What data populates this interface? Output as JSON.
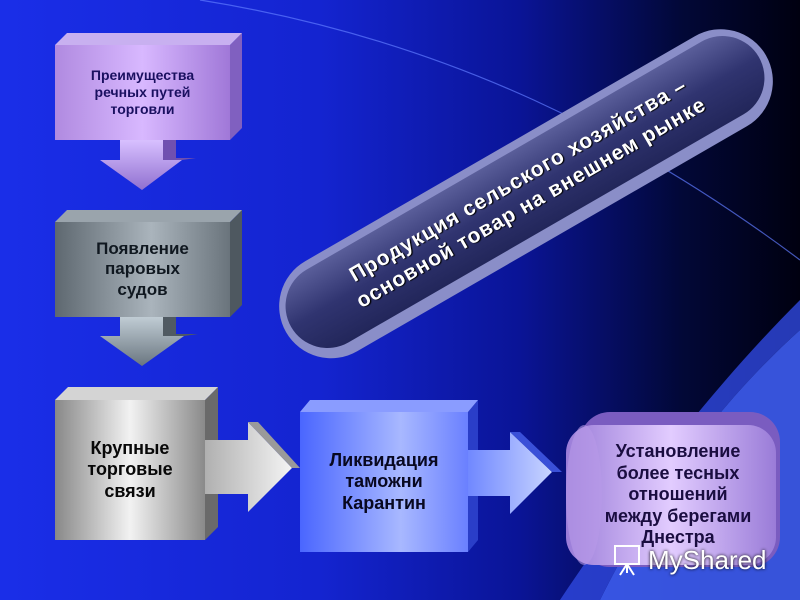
{
  "diagram": {
    "box1": {
      "lines": [
        "Преимущества",
        "речных путей",
        "торговли"
      ]
    },
    "box2": {
      "lines": [
        "Появление",
        "паровых",
        "судов"
      ]
    },
    "box3": {
      "lines": [
        "Крупные",
        "торговые",
        "связи"
      ]
    },
    "box4": {
      "lines": [
        "Ликвидация",
        "таможни",
        "Карантин"
      ]
    },
    "box5": {
      "lines": [
        "Установление",
        "более тесных",
        "отношений",
        "между берегами",
        "Днестра"
      ]
    },
    "banner": {
      "line1": "Продукция сельского хозяйства –",
      "line2": "основной товар на внешнем рынке"
    }
  },
  "watermark": {
    "text": "MyShared",
    "icon": "presentation-board-icon"
  }
}
